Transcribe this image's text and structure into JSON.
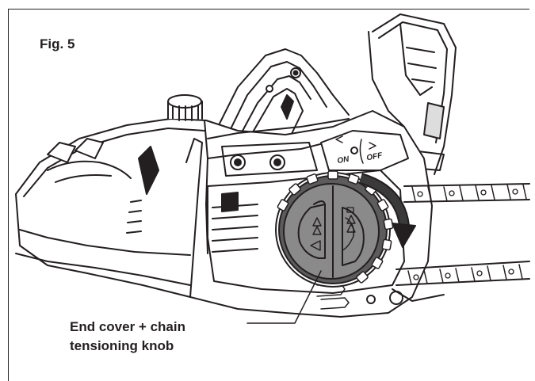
{
  "figure": {
    "title": "Fig. 5"
  },
  "callout": {
    "line1": "End cover + chain",
    "line2": "tensioning knob"
  },
  "switch_labels": {
    "on": "ON",
    "off": "OFF"
  },
  "icons": [
    "lock-icon",
    "unlock-icon",
    "arrow-left-icon",
    "arrow-right-icon"
  ],
  "colors": {
    "line": "#231f20",
    "knob_gray": "#8a8a8a",
    "knob_dark": "#5c5c5c",
    "background": "#ffffff"
  }
}
